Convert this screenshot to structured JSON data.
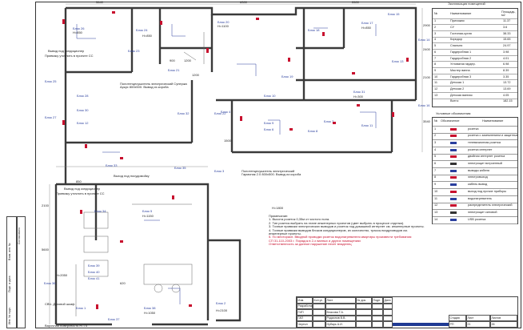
{
  "sheet_title": "Экспликация помещений",
  "explication": {
    "headers": [
      "№",
      "Наименование",
      "Площадь, м2"
    ],
    "rows": [
      [
        "1",
        "Прихожая",
        "11.37"
      ],
      [
        "2",
        "СУ",
        "3.6"
      ],
      [
        "3",
        "Гостиная-кухня",
        "38.33"
      ],
      [
        "4",
        "Коридор",
        "15.65"
      ],
      [
        "5",
        "Спальня",
        "24.97"
      ],
      [
        "6",
        "Гардеробная 1",
        "3.98"
      ],
      [
        "7",
        "Гардеробная 2",
        "4.01"
      ],
      [
        "8",
        "Угловатая гардер.",
        "6.98"
      ],
      [
        "9",
        "Мастер ванна",
        "8.39"
      ],
      [
        "10",
        "Гардеробная 3",
        "3.35"
      ],
      [
        "11",
        "Детская 1",
        "13.72"
      ],
      [
        "12",
        "Детская 2",
        "13.69"
      ],
      [
        "13",
        "Детская ванная",
        "4.05"
      ]
    ],
    "total_label": "Всего:",
    "total_value": "182.15"
  },
  "legend": {
    "title": "Условные обозначения:",
    "headers": [
      "№",
      "Обозначение",
      "Наименование"
    ],
    "rows": [
      {
        "n": "1",
        "name": "розетка"
      },
      {
        "n": "2",
        "name": "розетка с заземлением и защитными шторками IP44"
      },
      {
        "n": "3",
        "name": "телевизионная розетка"
      },
      {
        "n": "4",
        "name": "розетка интернет"
      },
      {
        "n": "5",
        "name": "двойная интернет розетка"
      },
      {
        "n": "6",
        "name": "электрощит встроенный"
      },
      {
        "n": "7",
        "name": "выводы кабеля"
      },
      {
        "n": "8",
        "name": "электровыход"
      },
      {
        "n": "9",
        "name": "кабель вывод"
      },
      {
        "n": "10",
        "name": "выход под прочие приборы"
      },
      {
        "n": "11",
        "name": "водонагреватель"
      },
      {
        "n": "12",
        "name": "распределитель электрический"
      },
      {
        "n": "13",
        "name": "электрощит силовой"
      },
      {
        "n": "14",
        "name": "USB розетка"
      }
    ]
  },
  "notes": {
    "title": "Примечание:",
    "lines": [
      "1. Высота розеток 0,35м от чистого пола.",
      "2. Тип розеток выбрать на этапе инженерных проектов (цвет выбрать в процессе отделки).",
      "3. Точные привязки электрических выводов и розеток под домашний интернет см. инженерные проекты.",
      "4. Точные привязки выводов блоков кондиционеров, их количество, трассы воздуховодов см. инженерные проекты.",
      "5. По месторасп. Вводной проводки розеток водонагревателя квартиры произвести требования:"
    ],
    "red_lines": [
      "СП 31-110-2003 г. Порядок в 2-х ванных и других помещениях",
      "Ответственность за данное нарушение несет владелец"
    ]
  },
  "plan_labels": [
    {
      "text": "Блок 26",
      "cls": "blue"
    },
    {
      "text": "H=850",
      "cls": ""
    },
    {
      "text": "Блок 24",
      "cls": "blue"
    },
    {
      "text": "H=850",
      "cls": ""
    },
    {
      "text": "Блок 23",
      "cls": "blue"
    },
    {
      "text": "Блок 21",
      "cls": "blue"
    },
    {
      "text": "Блок 20",
      "cls": "blue"
    },
    {
      "text": "H=1100",
      "cls": ""
    },
    {
      "text": "Блок 18",
      "cls": "blue"
    },
    {
      "text": "Блок 17",
      "cls": "blue"
    },
    {
      "text": "H=850",
      "cls": ""
    },
    {
      "text": "Блок 15",
      "cls": "blue"
    },
    {
      "text": "Блок 14",
      "cls": "blue"
    },
    {
      "text": "Блок 13",
      "cls": "blue"
    },
    {
      "text": "Блок 16",
      "cls": "blue"
    },
    {
      "text": "Блок 25",
      "cls": "blue"
    },
    {
      "text": "Блок 22",
      "cls": "blue"
    },
    {
      "text": "Блок 19",
      "cls": "blue"
    },
    {
      "text": "Блок 28",
      "cls": "blue"
    },
    {
      "text": "Блок 30",
      "cls": "blue"
    },
    {
      "text": "Блок 31",
      "cls": "blue"
    },
    {
      "text": "H=300",
      "cls": ""
    },
    {
      "text": "Блок 27",
      "cls": "blue"
    },
    {
      "text": "Блок 32",
      "cls": "blue"
    },
    {
      "text": "Блок 12",
      "cls": "blue"
    },
    {
      "text": "Блок 11",
      "cls": "blue"
    },
    {
      "text": "Блок 10",
      "cls": "blue"
    },
    {
      "text": "Блок 9",
      "cls": "blue"
    },
    {
      "text": "Блок 8",
      "cls": "blue"
    },
    {
      "text": "Блок 7",
      "cls": "blue"
    },
    {
      "text": "Блок 6",
      "cls": "blue"
    },
    {
      "text": "Блок 5",
      "cls": "blue"
    },
    {
      "text": "Блок 4",
      "cls": "blue"
    },
    {
      "text": "Блок 3",
      "cls": "blue"
    },
    {
      "text": "Блок 33",
      "cls": "blue"
    },
    {
      "text": "Блок 34",
      "cls": "blue"
    },
    {
      "text": "Блок 35",
      "cls": "blue"
    },
    {
      "text": "Блок 36",
      "cls": "blue"
    },
    {
      "text": "Блок 37",
      "cls": "blue"
    },
    {
      "text": "Блок 38",
      "cls": "blue"
    },
    {
      "text": "Блок 39",
      "cls": "blue"
    },
    {
      "text": "Блок 40",
      "cls": "blue"
    },
    {
      "text": "Блок 41",
      "cls": "blue"
    },
    {
      "text": "Блок 2",
      "cls": "blue"
    },
    {
      "text": "Блок 1",
      "cls": "blue"
    },
    {
      "text": "H=1050",
      "cls": ""
    },
    {
      "text": "H=2050",
      "cls": ""
    },
    {
      "text": "H=1150",
      "cls": ""
    },
    {
      "text": "H=1800",
      "cls": ""
    },
    {
      "text": "H=2100",
      "cls": ""
    }
  ],
  "callouts": [
    "Вывод под кондиционер",
    "Привязку уточнить в проекте СС",
    "Полотенцесушитель электрический Сунержа Аркус 800х500. Вывод из короба",
    "Выход под посудомойку",
    "Вывод под кондиционер",
    "Привязку уточнить в проекте СС",
    "Полотенцесушитель электрический Гармоник 2.0 800х500. Вывод из короба",
    "СВЧ. Духовой шкаф",
    "Варочная поверхность H=75"
  ],
  "dimensions": [
    "3640",
    "6300",
    "2800",
    "1200",
    "1200",
    "2400",
    "3540",
    "2900",
    "2100",
    "1500",
    "5600",
    "2100",
    "620",
    "900",
    "850"
  ],
  "stamp": {
    "rows": [
      [
        "Изм.",
        "Кол.уч",
        "Лист",
        "№ док.",
        "Подп.",
        "Дата"
      ],
      [
        "Разработал",
        "",
        "",
        "",
        "",
        ""
      ],
      [
        "ГИП",
        "",
        "Власова Т.А.",
        "",
        "",
        ""
      ],
      [
        "ГАП",
        "",
        "Родионов В.В.",
        "",
        "",
        ""
      ],
      [
        "Чертил",
        "",
        "Нубарь А.И.",
        "",
        "",
        ""
      ]
    ],
    "stage_label": "Стадия",
    "sheet_label": "Лист",
    "sheets_label": "Листов",
    "stage_value": "РП",
    "sheet_value": "21",
    "sheets_value": "26"
  },
  "side_labels": [
    "Инв. № подл.",
    "Подп. и дата",
    "Взам. инв. №",
    "Согласовано"
  ]
}
